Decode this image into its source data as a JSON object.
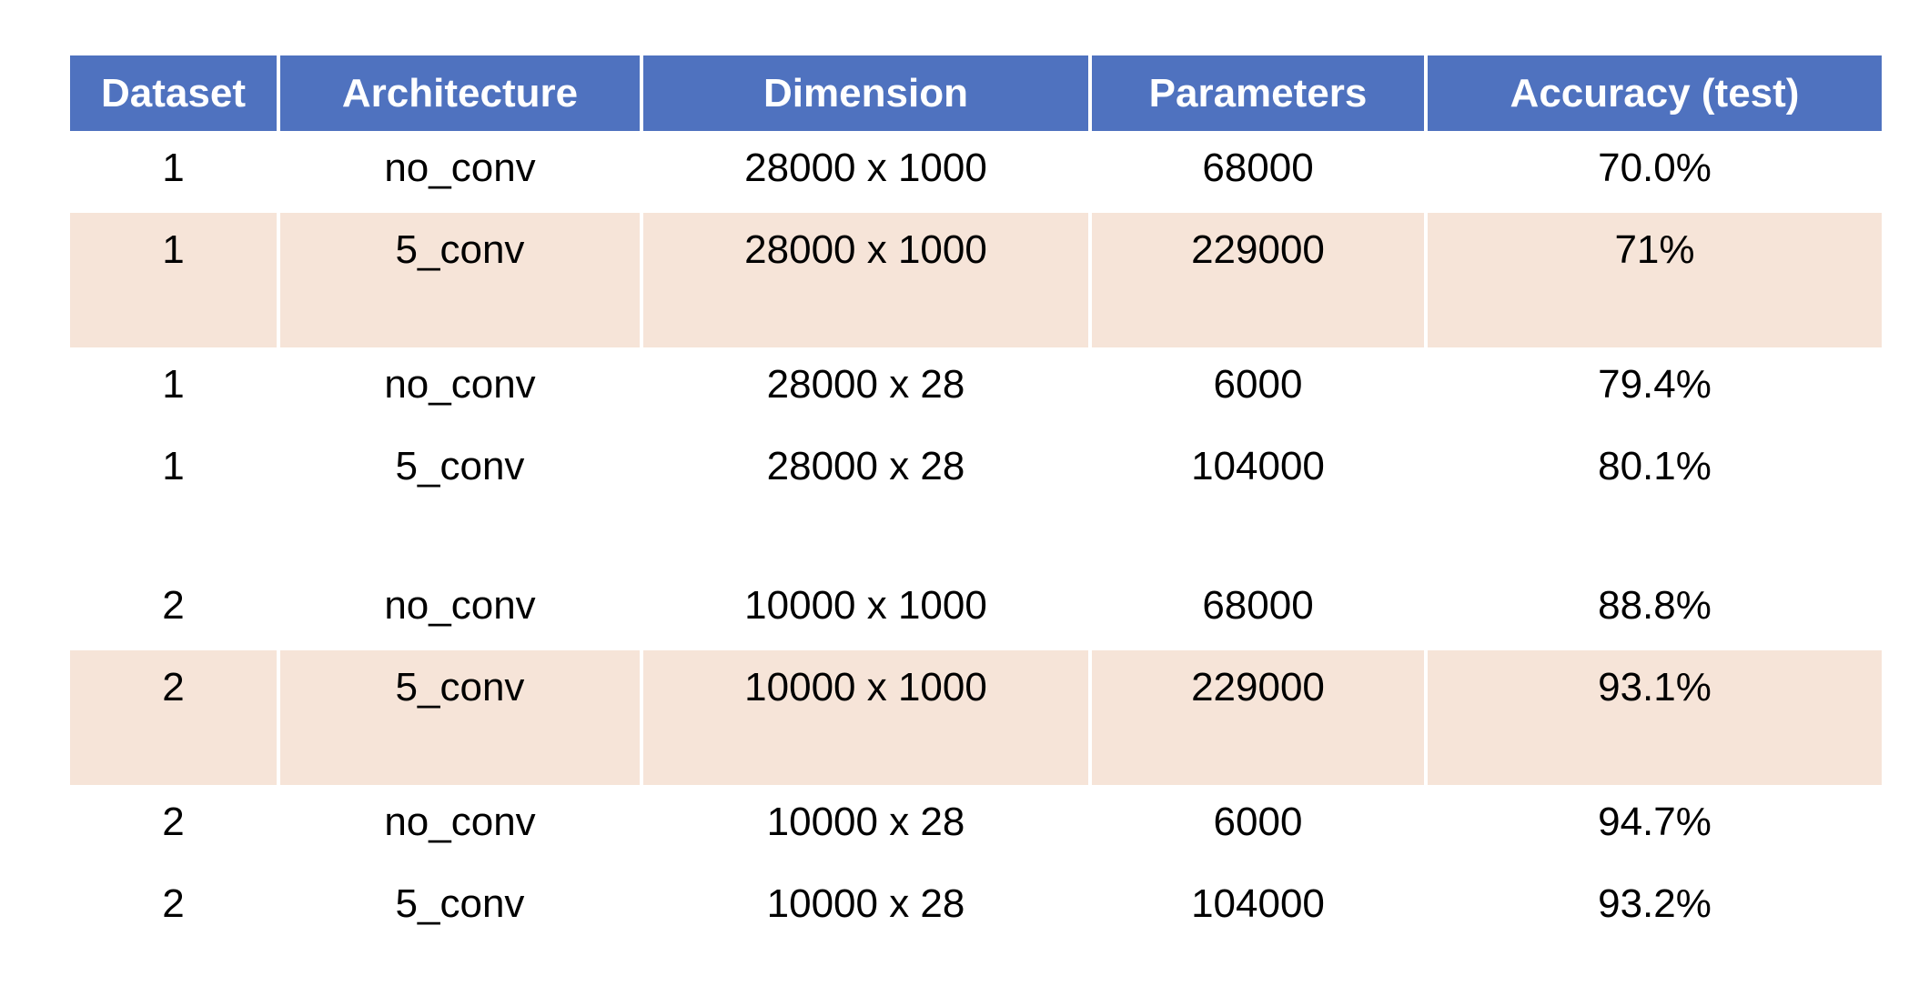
{
  "table": {
    "headers": [
      "Dataset",
      "Architecture",
      "Dimension",
      "Parameters",
      "Accuracy (test)"
    ],
    "rows": [
      {
        "dataset": "1",
        "architecture": "no_conv",
        "dimension": "28000 x 1000",
        "parameters": "68000",
        "accuracy": "70.0%",
        "highlight": false
      },
      {
        "dataset": "1",
        "architecture": "5_conv",
        "dimension": "28000 x 1000",
        "parameters": "229000",
        "accuracy": "71%",
        "highlight": true
      },
      {
        "dataset": "1",
        "architecture": "no_conv",
        "dimension": "28000 x 28",
        "parameters": "6000",
        "accuracy": "79.4%",
        "highlight": false
      },
      {
        "dataset": "1",
        "architecture": "5_conv",
        "dimension": "28000 x 28",
        "parameters": "104000",
        "accuracy": "80.1%",
        "highlight": false
      },
      {
        "dataset": "2",
        "architecture": "no_conv",
        "dimension": "10000 x 1000",
        "parameters": "68000",
        "accuracy": "88.8%",
        "highlight": false
      },
      {
        "dataset": "2",
        "architecture": "5_conv",
        "dimension": "10000 x 1000",
        "parameters": "229000",
        "accuracy": "93.1%",
        "highlight": true
      },
      {
        "dataset": "2",
        "architecture": "no_conv",
        "dimension": "10000 x 28",
        "parameters": "6000",
        "accuracy": "94.7%",
        "highlight": false
      },
      {
        "dataset": "2",
        "architecture": "5_conv",
        "dimension": "10000 x 28",
        "parameters": "104000",
        "accuracy": "93.2%",
        "highlight": false
      }
    ]
  },
  "colors": {
    "header_background": "#4f72bf",
    "header_text": "#ffffff",
    "highlight_row": "#f6e4d8"
  }
}
